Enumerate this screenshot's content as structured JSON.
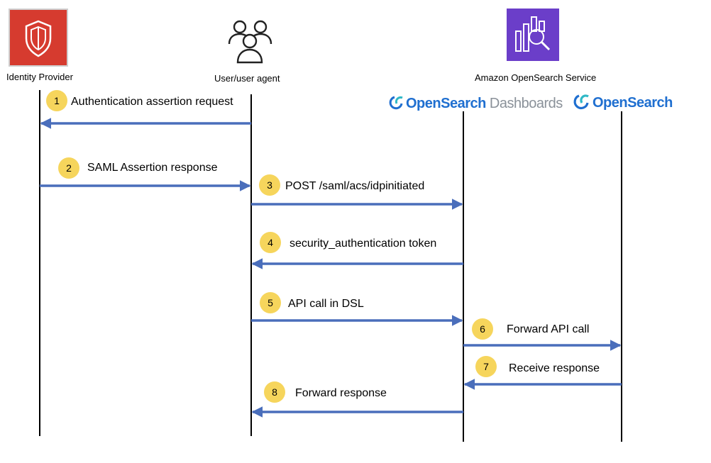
{
  "actors": [
    {
      "id": "idp",
      "label": "Identity Provider",
      "icon": "shield-icon"
    },
    {
      "id": "user",
      "label": "User/user agent",
      "icon": "users-icon"
    },
    {
      "id": "dashboards",
      "label": "OpenSearch Dashboards",
      "icon": "opensearch-dashboards-logo"
    },
    {
      "id": "opensearch",
      "label": "OpenSearch",
      "icon": "opensearch-logo"
    }
  ],
  "service_group": {
    "label": "Amazon OpenSearch Service",
    "icon": "opensearch-service-icon"
  },
  "brand": {
    "dashboards": {
      "word1": "OpenSearch",
      "word2": " Dashboards"
    },
    "opensearch": {
      "word1": "OpenSearch"
    }
  },
  "messages": [
    {
      "step": "1",
      "label": "Authentication assertion request",
      "from": "user",
      "to": "idp"
    },
    {
      "step": "2",
      "label": "SAML Assertion response",
      "from": "idp",
      "to": "user"
    },
    {
      "step": "3",
      "label": "POST /saml/acs/idpinitiated",
      "from": "user",
      "to": "dashboards"
    },
    {
      "step": "4",
      "label": "security_authentication token",
      "from": "dashboards",
      "to": "user"
    },
    {
      "step": "5",
      "label": "API call in DSL",
      "from": "user",
      "to": "dashboards"
    },
    {
      "step": "6",
      "label": "Forward API call",
      "from": "dashboards",
      "to": "opensearch"
    },
    {
      "step": "7",
      "label": "Receive response",
      "from": "opensearch",
      "to": "dashboards"
    },
    {
      "step": "8",
      "label": "Forward response",
      "from": "dashboards",
      "to": "user"
    }
  ],
  "colors": {
    "arrow": "#4a6ebb",
    "badge": "#f6d55c",
    "idp_icon_bg": "#d63b2f",
    "service_icon_bg": "#6b3ec9",
    "brand_blue": "#1f6fd0",
    "brand_teal": "#2fb8c6",
    "brand_gray": "#8a9199"
  }
}
